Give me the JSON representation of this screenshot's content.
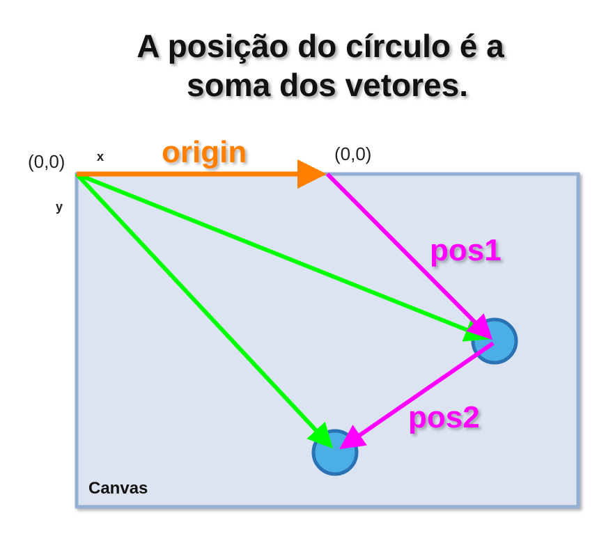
{
  "title": {
    "line1": "A posição do círculo é a",
    "line2": "soma dos vetores."
  },
  "labels": {
    "origin_coord_left": "(0,0)",
    "origin_coord_right": "(0,0)",
    "x_axis": "x",
    "y_axis": "y",
    "origin_vector": "origin",
    "pos1_vector": "pos1",
    "pos2_vector": "pos2",
    "canvas": "Canvas"
  },
  "colors": {
    "origin_vector": "#ff8000",
    "pos_vectors": "#ff00ff",
    "sum_vectors": "#00ff00",
    "canvas_fill": "#dce3f1",
    "canvas_border": "#94afd3",
    "circle_fill": "#4bafe6",
    "circle_border": "#2a72b4"
  }
}
